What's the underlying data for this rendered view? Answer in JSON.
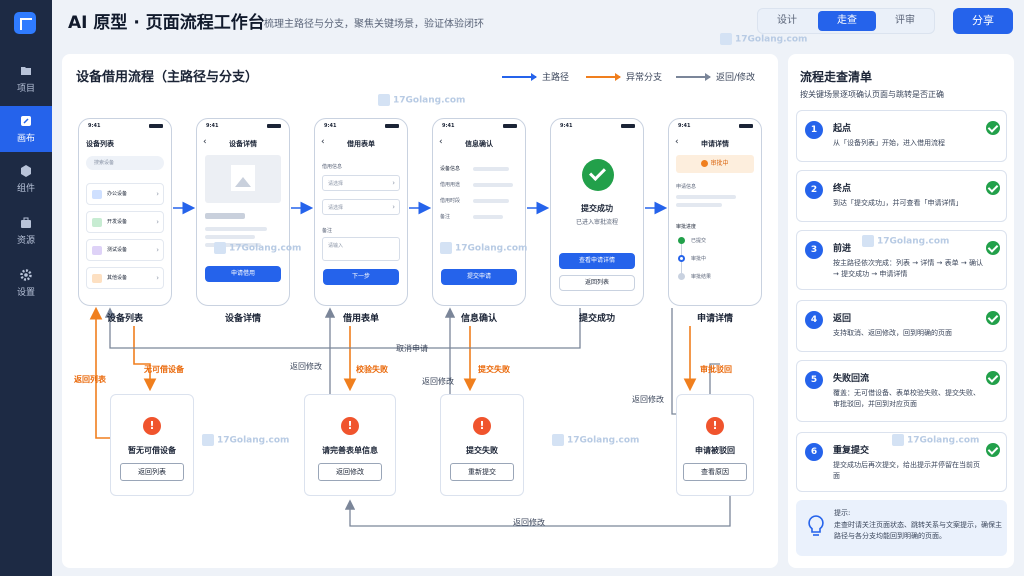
{
  "header": {
    "title": "AI 原型 · 页面流程工作台",
    "subtitle": "梳理主路径与分支，聚焦关键场景，验证体验闭环",
    "modes": [
      "设计",
      "走查",
      "评审"
    ],
    "active_mode": "走查",
    "share_label": "分享"
  },
  "sidebar": {
    "items": [
      {
        "label": "项目",
        "icon": "folder-icon"
      },
      {
        "label": "画布",
        "icon": "canvas-icon"
      },
      {
        "label": "组件",
        "icon": "cube-icon"
      },
      {
        "label": "资源",
        "icon": "briefcase-icon"
      },
      {
        "label": "设置",
        "icon": "gear-icon"
      }
    ],
    "active": "画布"
  },
  "watermark": "17Golang.com",
  "flow": {
    "title": "设备借用流程（主路径与分支）",
    "legend": {
      "main": "主路径",
      "error": "异常分支",
      "back": "返回/修改"
    },
    "colors": {
      "main": "#2563eb",
      "error": "#f07f1e",
      "back": "#7b8699",
      "success": "#22a04a",
      "danger": "#f0542d"
    },
    "status_time": "9:41",
    "screens": [
      {
        "label": "设备列表",
        "title": "设备列表",
        "search_placeholder": "搜索设备",
        "items": [
          "办公设备",
          "开发设备",
          "测试设备",
          "其他设备"
        ]
      },
      {
        "label": "设备详情",
        "title": "设备详情",
        "button": "申请借用"
      },
      {
        "label": "借用表单",
        "title": "借用表单",
        "section": "借用信息",
        "select_1": "请选择",
        "select_2": "请选择",
        "note_label": "备注",
        "note_placeholder": "请输入",
        "button": "下一步"
      },
      {
        "label": "信息确认",
        "title": "信息确认",
        "section": "设备信息",
        "rows": [
          "借用用途",
          "借用时段",
          "备注"
        ],
        "button": "提交申请"
      },
      {
        "label": "提交成功",
        "title": "提交成功",
        "desc": "已进入审批流程",
        "button_primary": "查看申请详情",
        "button_secondary": "返回列表"
      },
      {
        "label": "申请详情",
        "title": "申请详情",
        "status_badge": "审批中",
        "section": "申请信息",
        "progress_title": "审批进度",
        "progress": [
          "已提交",
          "审批中",
          "审批结果"
        ]
      }
    ],
    "errors": [
      {
        "trigger": "无可借设备",
        "title": "暂无可借设备",
        "button": "返回列表"
      },
      {
        "trigger": "校验失败",
        "title": "请完善表单信息",
        "button": "返回修改"
      },
      {
        "trigger": "提交失败",
        "title": "提交失败",
        "button": "重新提交"
      },
      {
        "trigger": "审批驳回",
        "title": "申请被驳回",
        "button": "查看原因"
      }
    ],
    "edge_labels": {
      "back_list": "返回列表",
      "cancel": "取消申请",
      "modify_1": "返回修改",
      "modify_2": "返回修改",
      "modify_3": "返回修改",
      "modify_4": "返回修改"
    }
  },
  "checklist": {
    "title": "流程走查清单",
    "subtitle": "按关键场景逐项确认页面与跳转是否正确",
    "items": [
      {
        "num": "1",
        "title": "起点",
        "desc": "从「设备列表」开始，进入借用流程"
      },
      {
        "num": "2",
        "title": "终点",
        "desc": "到达「提交成功」，并可查看「申请详情」"
      },
      {
        "num": "3",
        "title": "前进",
        "desc": "按主路径依次完成：列表 → 详情 → 表单 → 确认 → 提交成功 → 申请详情"
      },
      {
        "num": "4",
        "title": "返回",
        "desc": "支持取消、返回修改，回到明确的页面"
      },
      {
        "num": "5",
        "title": "失败回流",
        "desc": "覆盖：无可借设备、表单校验失败、提交失败、审批驳回，并回到对应页面"
      },
      {
        "num": "6",
        "title": "重复提交",
        "desc": "提交成功后再次提交，给出提示并停留在当前页面"
      }
    ],
    "tip_title": "提示:",
    "tip_desc": "走查时请关注页面状态、跳转关系与文案提示，确保主路径与各分支均能回到明确的页面。"
  }
}
